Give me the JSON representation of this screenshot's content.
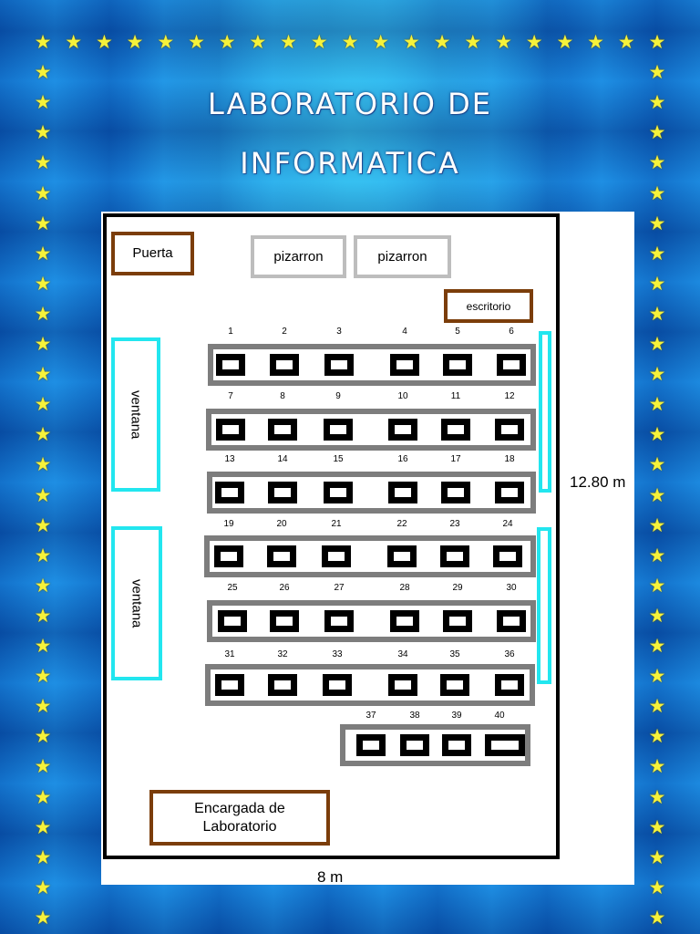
{
  "title": {
    "line1": "LABORATORIO DE",
    "line2": "INFORMATICA"
  },
  "labels": {
    "door": "Puerta",
    "board1": "pizarron",
    "board2": "pizarron",
    "desk": "escritorio",
    "window1": "ventana",
    "window2": "ventana",
    "attendant_line1": "Encargada de",
    "attendant_line2": "Laboratorio"
  },
  "dimensions": {
    "height": "12.80 m",
    "width": "8 m"
  },
  "rows": [
    {
      "seats": [
        "1",
        "2",
        "3",
        "4",
        "5",
        "6"
      ]
    },
    {
      "seats": [
        "7",
        "8",
        "9",
        "10",
        "11",
        "12"
      ]
    },
    {
      "seats": [
        "13",
        "14",
        "15",
        "16",
        "17",
        "18"
      ]
    },
    {
      "seats": [
        "19",
        "20",
        "21",
        "22",
        "23",
        "24"
      ]
    },
    {
      "seats": [
        "25",
        "26",
        "27",
        "28",
        "29",
        "30"
      ]
    },
    {
      "seats": [
        "31",
        "32",
        "33",
        "34",
        "35",
        "36"
      ]
    },
    {
      "seats": [
        "37",
        "38",
        "39",
        "40"
      ]
    }
  ],
  "colors": {
    "door": "#7b3d0a",
    "board": "#bdbdbd",
    "window": "#22e6ef",
    "star": "#f6f23a"
  }
}
